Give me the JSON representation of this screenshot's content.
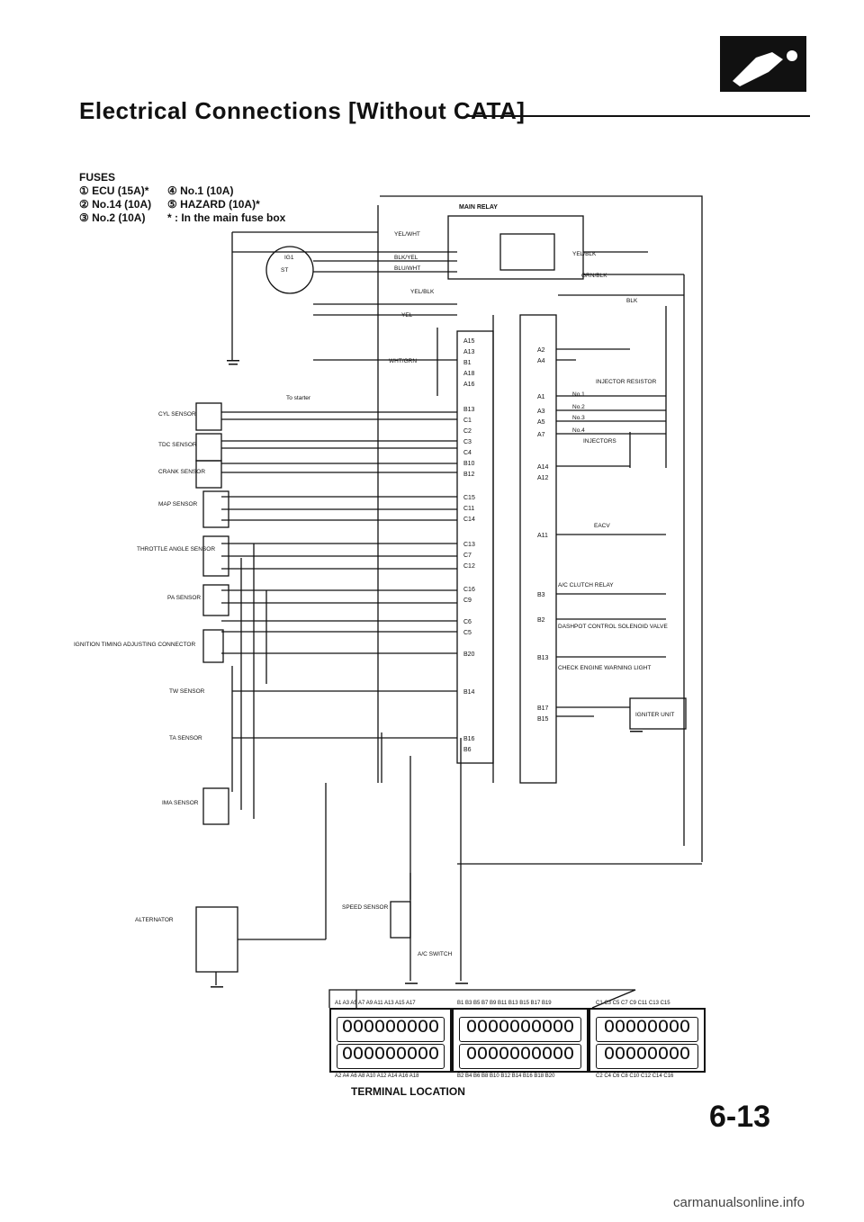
{
  "header": {
    "title": "Electrical Connections [Without CATA]"
  },
  "fuses": {
    "heading": "FUSES",
    "items": [
      "① ECU (15A)*",
      "② No.14 (10A)",
      "③ No.2 (10A)"
    ],
    "items_col2": [
      "④ No.1 (10A)",
      "⑤ HAZARD (10A)*",
      "* : In the main fuse box"
    ]
  },
  "relay": {
    "main_relay": "MAIN RELAY"
  },
  "wires": {
    "yel_wht": "YEL/WHT",
    "blk_yel": "BLK/YEL",
    "blu_wht": "BLU/WHT",
    "yel_blk": "YEL/BLK",
    "yel_blk2": "YEL/BLK",
    "grn_blk": "GRN/BLK",
    "blk": "BLK",
    "yel": "YEL",
    "wht_grn": "WHT/GRN",
    "to_starter": "To starter"
  },
  "switch_labels": {
    "ig1": "IG1",
    "st": "ST"
  },
  "sensors": {
    "cyl": "CYL SENSOR",
    "tdc": "TDC SENSOR",
    "crank": "CRANK SENSOR",
    "map": "MAP SENSOR",
    "throttle": "THROTTLE ANGLE SENSOR",
    "pa": "PA SENSOR",
    "ignition": "IGNITION TIMING ADJUSTING CONNECTOR",
    "tw": "TW SENSOR",
    "ta": "TA SENSOR",
    "ima": "IMA SENSOR",
    "alternator": "ALTERNATOR",
    "speed": "SPEED SENSOR",
    "ac_switch": "A/C SWITCH"
  },
  "ecu_pins_left": [
    "A15",
    "A13",
    "B1",
    "A18",
    "A16",
    "B13",
    "C1",
    "C2",
    "C3",
    "C4",
    "B10",
    "B12",
    "C15",
    "C11",
    "C14",
    "C13",
    "C7",
    "C12",
    "C16",
    "C9",
    "C6",
    "C5",
    "B20",
    "B14",
    "B16",
    "B6"
  ],
  "ecu_pins_right": [
    "A2",
    "A4",
    "A1",
    "A3",
    "A5",
    "A7",
    "A14",
    "A12",
    "A11",
    "B3",
    "B2",
    "B13",
    "B17",
    "B15"
  ],
  "outputs": {
    "injector_resistor": "INJECTOR RESISTOR",
    "injectors": "INJECTORS",
    "inj_no1": "No.1",
    "inj_no2": "No.2",
    "inj_no3": "No.3",
    "inj_no4": "No.4",
    "eacv": "EACV",
    "ac_clutch": "A/C CLUTCH RELAY",
    "dashpot": "DASHPOT CONTROL SOLENOID VALVE",
    "check_engine": "CHECK ENGINE WARNING LIGHT",
    "igniter": "IGNITER UNIT"
  },
  "terminal": {
    "title": "TERMINAL LOCATION",
    "block_a_top": "A1 A3 A5 A7 A9 A11 A13 A15 A17",
    "block_a_bottom": "A2 A4 A6 A8 A10 A12 A14 A16 A18",
    "block_b_top": "B1 B3 B5 B7 B9 B11 B13 B15 B17 B19",
    "block_b_bottom": "B2 B4 B6 B8 B10 B12 B14 B16 B18 B20",
    "block_c_top": "C1 C3 C5 C7 C9 C11 C13 C15",
    "block_c_bottom": "C2 C4 C6 C8 C10 C12 C14 C16",
    "row_a1": "OOOOOOOOO",
    "row_a2": "OOOOOOOOO",
    "row_b1": "OOOOOOOOOO",
    "row_b2": "OOOOOOOOOO",
    "row_c1": "OOOOOOOO",
    "row_c2": "OOOOOOOO"
  },
  "footer": {
    "page": "6-13",
    "watermark": "carmanualsonline.info"
  }
}
